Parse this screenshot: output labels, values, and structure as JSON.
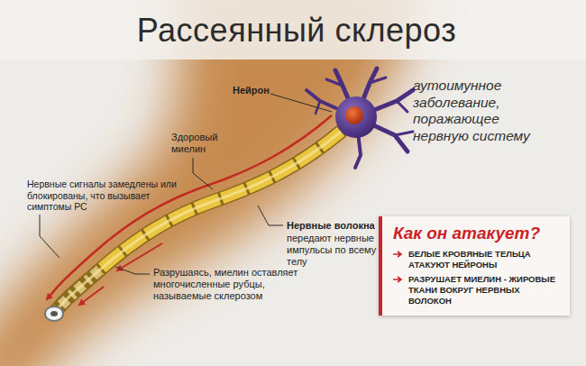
{
  "diagram": {
    "title": "Рассеянный склероз",
    "nodes": [
      {
        "text": [
          "Как он атакует?",
          "БЕЛЫЕ КРОВЯНЫЕ ТЕЛЬЦА АТАКУЮТ НЕЙРОНЫ",
          "РАЗРУШАЕТ МИЕЛИН - ЖИРОВЫЕ ТКАНИ ВОКРУГ НЕРВНЫХ ВОЛОКОН"
        ]
      }
    ],
    "labels": [
      "Нейрон",
      "Здоровый миелин",
      "Нервные сигналы замедлены или блокированы, что вызывает симптомы РС",
      "Нервные волокна",
      "передают нервные импульсы по всему телу",
      "Разрушаясь, миелин оставляет многочисленные рубцы, называемые склерозом",
      "аутоимунное заболевание, поражающее нервную систему"
    ]
  }
}
